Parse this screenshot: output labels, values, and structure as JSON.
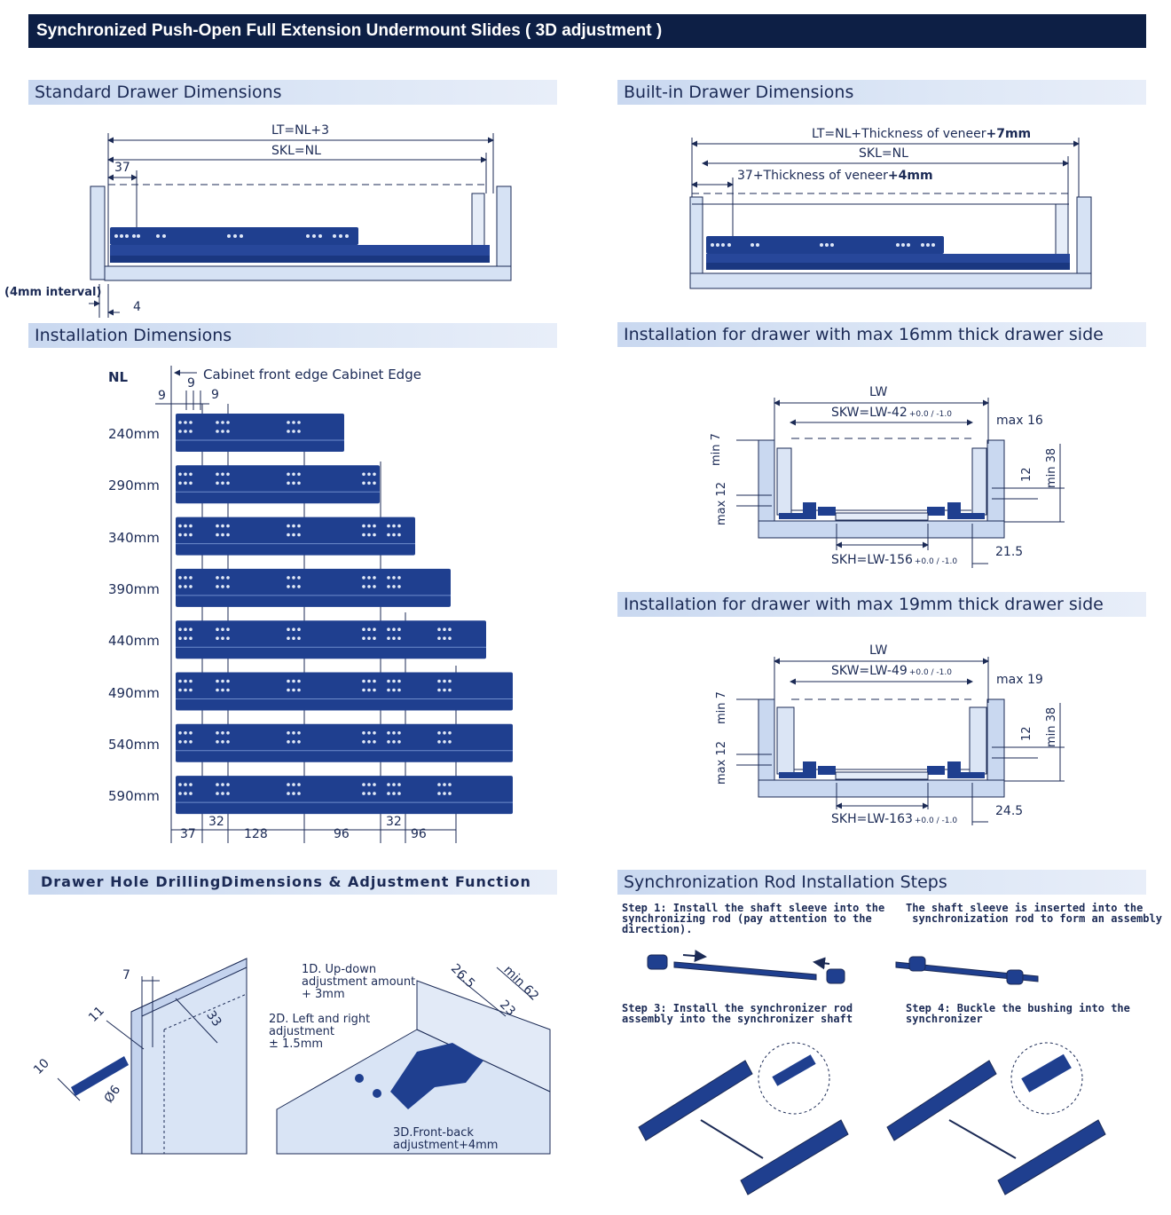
{
  "header": {
    "title": "Synchronized Push-Open Full Extension Undermount Slides ( 3D adjustment )"
  },
  "sections": {
    "standard": "Standard Drawer Dimensions",
    "builtin": "Built-in Drawer Dimensions",
    "installation": "Installation Dimensions",
    "max16": "Installation for drawer with max 16mm thick drawer side",
    "max19": "Installation for drawer with max 19mm thick drawer side",
    "drilling": "Drawer Hole DrillingDimensions & Adjustment Function",
    "sync": "Synchronization Rod Installation Steps"
  },
  "standard": {
    "lt": "LT=NL+3",
    "skl": "SKL=NL",
    "d37": "37",
    "interval": "(4mm  interval)",
    "d4": "4"
  },
  "builtin": {
    "lt_prefix": "LT=NL+Thickness of veneer",
    "lt_bold": "+7mm",
    "skl": "SKL=NL",
    "d37_prefix": "37+Thickness of veneer",
    "d37_bold": "+4mm"
  },
  "installation": {
    "nl_header": "NL",
    "edge_label": "Cabinet front edge Cabinet Edge",
    "d9a": "9",
    "d9b": "9",
    "d9c": "9",
    "lengths": [
      "240mm",
      "290mm",
      "340mm",
      "390mm",
      "440mm",
      "490mm",
      "540mm",
      "590mm"
    ],
    "bottom_dims": [
      "37",
      "32",
      "128",
      "96",
      "32",
      "96"
    ]
  },
  "max16": {
    "lw": "LW",
    "skw": "SKW=LW-42",
    "skw_tol": "+0.0 / -1.0",
    "max": "max 16",
    "min7": "min 7",
    "max12": "max 12",
    "d12": "12",
    "min38": "min 38",
    "skh": "SKH=LW-156",
    "skh_tol": "+0.0 / -1.0",
    "d215": "21.5"
  },
  "max19": {
    "lw": "LW",
    "skw": "SKW=LW-49",
    "skw_tol": "+0.0 / -1.0",
    "max": "max 19",
    "min7": "min 7",
    "max12": "max 12",
    "d12": "12",
    "min38": "min 38",
    "skh": "SKH=LW-163",
    "skh_tol": "+0.0 / -1.0",
    "d245": "24.5"
  },
  "drilling": {
    "d7": "7",
    "d11": "11",
    "d33": "33",
    "d10": "10",
    "dia6": "Ø6",
    "up_down": "1D. Up-down\nadjustment amount\n+ 3mm",
    "left_right": "2D. Left and right\nadjustment\n± 1.5mm",
    "front_back": "3D.Front-back\nadjustment+4mm",
    "d265": "26.5",
    "min62": "min 62",
    "d23": "23"
  },
  "sync": {
    "step1": "Step 1: Install the shaft sleeve into the\nsynchronizing rod (pay attention to the\ndirection).",
    "step2": "The shaft sleeve is inserted into the\n synchronization rod to form an assembly",
    "step3": "Step 3: Install the synchronizer rod\nassembly into the synchronizer shaft",
    "step4": "Step 4: Buckle the bushing into the\nsynchronizer"
  },
  "colors": {
    "navy": "#0d1f45",
    "slide": "#1f3f8f",
    "panel": "#c9d8f0",
    "line": "#1b2a55"
  }
}
